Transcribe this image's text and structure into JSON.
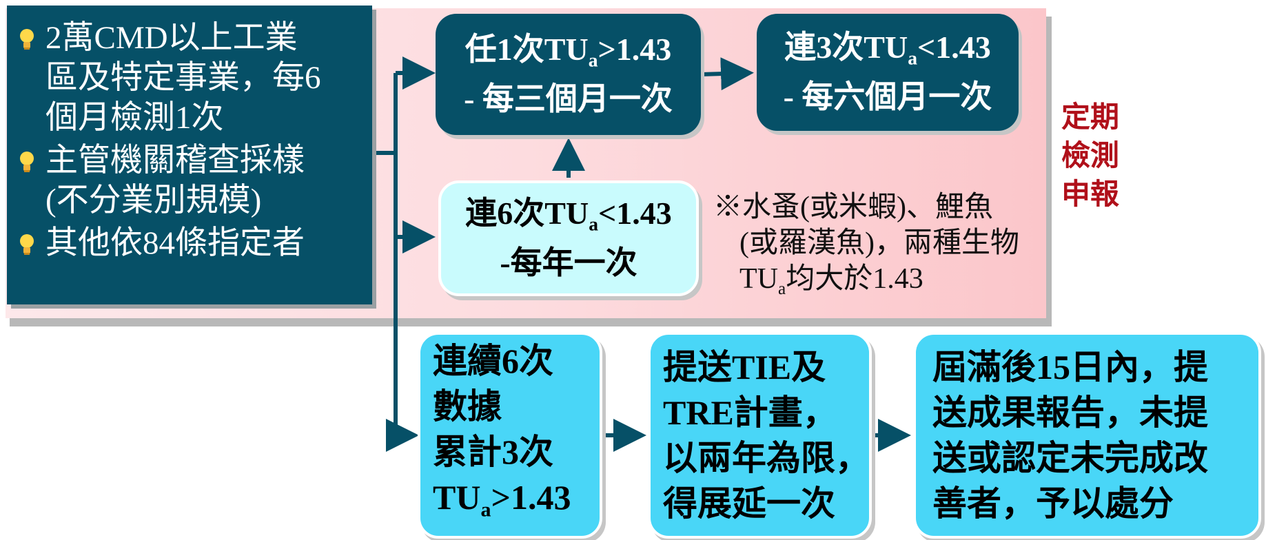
{
  "info_box": {
    "bullets": [
      "2萬CMD以上工業區及特定事業，每6個月檢測1次",
      "主管機關稽查採樣(不分業別規模)",
      "其他依84條指定者"
    ],
    "bullet_lines": [
      [
        "2萬CMD以上工業",
        "區及特定事業，每6",
        "個月檢測1次"
      ],
      [
        "主管機關稽查採樣",
        "(不分業別規模)"
      ],
      [
        "其他依84條指定者"
      ]
    ],
    "bullet_icon": "lightbulb-icon"
  },
  "box_any": {
    "line1_pre": "任1次TU",
    "line1_sub": "a",
    "line1_post": ">1.43",
    "line2": "- 每三個月一次"
  },
  "box_three": {
    "line1_pre": "連3次TU",
    "line1_sub": "a",
    "line1_post": "<1.43",
    "line2": "- 每六個月一次"
  },
  "box_six": {
    "line1_pre": "連6次TU",
    "line1_sub": "a",
    "line1_post": "<1.43",
    "line2": "-每年一次"
  },
  "note": {
    "line1": "※水蚤(或米蝦)、鯉魚",
    "line2": "(或羅漢魚)，兩種生物",
    "line3_pre": "TU",
    "line3_sub": "a",
    "line3_post": "均大於1.43"
  },
  "side_label": [
    "定期",
    "檢測",
    "申報"
  ],
  "box_cumulative": {
    "lines": [
      "連續6次",
      "數據",
      "累計3次"
    ],
    "last_pre": "TU",
    "last_sub": "a",
    "last_post": ">1.43"
  },
  "box_tie": {
    "lines": [
      "提送TIE及",
      "TRE計畫，",
      "以兩年為限，",
      "得展延一次"
    ]
  },
  "box_report": {
    "lines": [
      "屆滿後15日內，提",
      "送成果報告，未提",
      "送或認定未完成改",
      "善者，予以處分"
    ]
  },
  "colors": {
    "dark_teal": "#065067",
    "pale_cyan": "#c9fbfd",
    "bright_cyan": "#49d6f7",
    "panel_pink": "#fddcdf",
    "label_red": "#b0101a"
  }
}
